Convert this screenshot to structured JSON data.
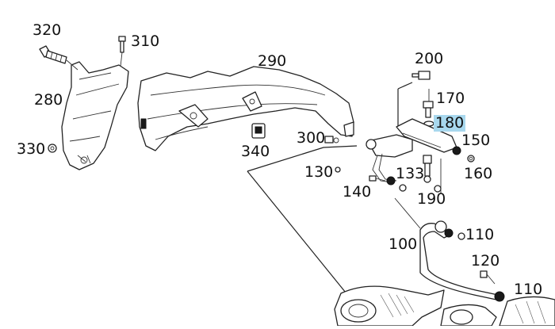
{
  "diagram": {
    "selected_callout": "180",
    "callouts": {
      "c320": "320",
      "c310": "310",
      "c290": "290",
      "c280": "280",
      "c330": "330",
      "c340": "340",
      "c300": "300",
      "c200": "200",
      "c170": "170",
      "c180": "180",
      "c150": "150",
      "c160": "160",
      "c130": "130",
      "c133": "133",
      "c140": "140",
      "c190": "190",
      "c100": "100",
      "c110a": "110",
      "c120": "120",
      "c110b": "110"
    },
    "colors": {
      "highlight": "#a8d8ee",
      "ink": "#222222"
    }
  }
}
